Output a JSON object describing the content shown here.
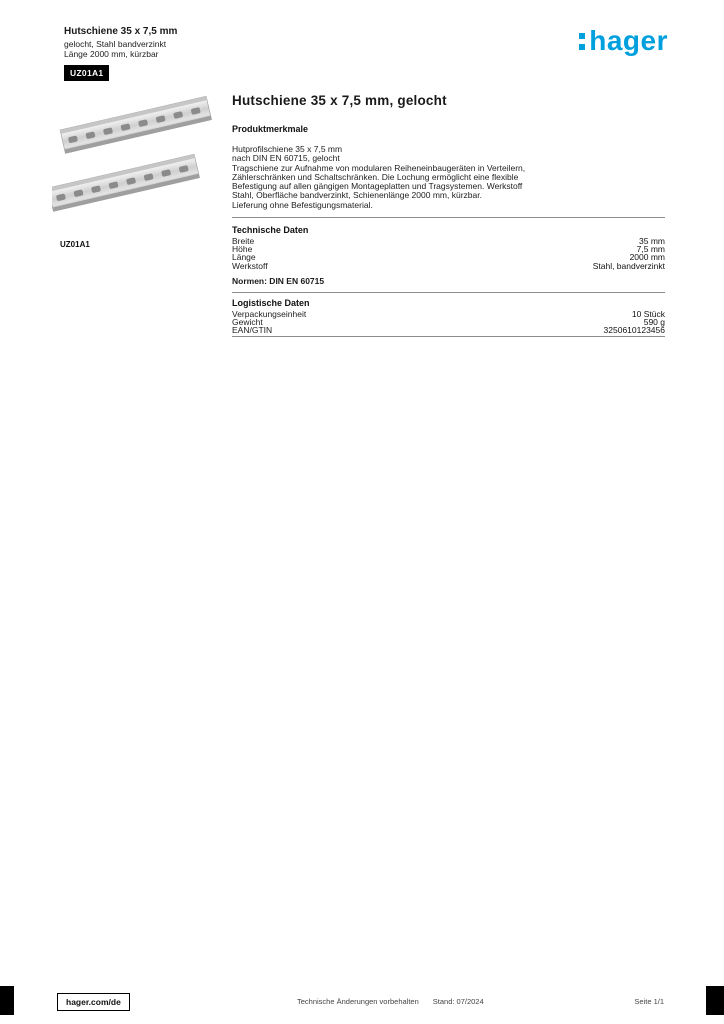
{
  "brand": {
    "logo_text": "hager",
    "brand_color": "#00A0DF"
  },
  "header": {
    "line1": "Hutschiene 35 x 7,5 mm",
    "line2": "gelocht, Stahl bandverzinkt",
    "line3": "Länge 2000 mm, kürzbar",
    "badge": "UZ01A1"
  },
  "product": {
    "image_caption": "UZ01A1",
    "title": "Hutschiene 35 x 7,5 mm, gelocht",
    "description_header": "Produktmerkmale",
    "description_lines": [
      "Hutprofilschiene 35 x 7,5 mm",
      "nach DIN EN 60715, gelocht",
      "Tragschiene zur Aufnahme von modularen Reiheneinbaugeräten in Verteilern,",
      "Zählerschränken und Schaltschränken. Die Lochung ermöglicht eine flexible",
      "Befestigung auf allen gängigen Montageplatten und Tragsystemen. Werkstoff",
      "Stahl, Oberfläche bandverzinkt, Schienenlänge 2000 mm, kürzbar.",
      "Lieferung ohne Befestigungsmaterial."
    ]
  },
  "tech": {
    "header": "Technische Daten",
    "rows": [
      {
        "label": "Breite",
        "value": "35 mm"
      },
      {
        "label": "Höhe",
        "value": "7,5 mm"
      },
      {
        "label": "Länge",
        "value": "2000 mm"
      },
      {
        "label": "Werkstoff",
        "value": "Stahl, bandverzinkt"
      }
    ],
    "note": "Normen: DIN EN 60715"
  },
  "logistics": {
    "header": "Logistische Daten",
    "rows": [
      {
        "label": "Verpackungseinheit",
        "value": "10 Stück"
      },
      {
        "label": "Gewicht",
        "value": "590 g"
      },
      {
        "label": "EAN/GTIN",
        "value": "3250610123456"
      }
    ]
  },
  "footer": {
    "weblink": "hager.com/de",
    "center_left": "Technische Änderungen vorbehalten",
    "center_right": "Stand: 07/2024",
    "page_info": "Seite 1/1"
  }
}
